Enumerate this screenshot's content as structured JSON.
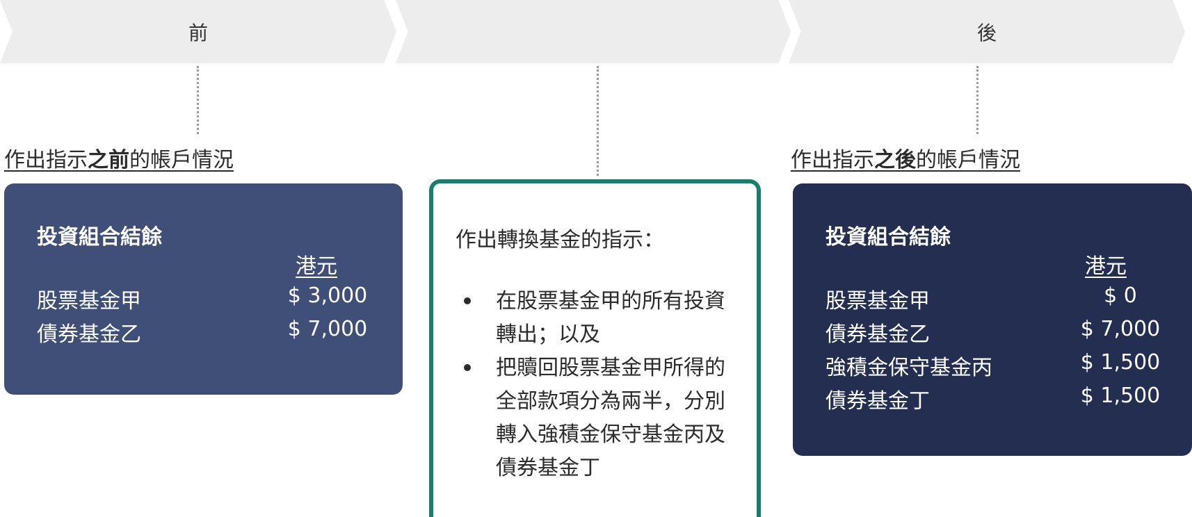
{
  "steps": {
    "before": "前",
    "middle": "",
    "after": "後"
  },
  "headings": {
    "before": {
      "pre": "作出指示",
      "bold": "之前",
      "post": "的帳戶情況"
    },
    "after": {
      "pre": "作出指示",
      "bold": "之後",
      "post": "的帳戶情況"
    }
  },
  "before_card": {
    "title": "投資組合結餘",
    "currency": "港元",
    "rows": [
      {
        "name": "股票基金甲",
        "amount": "$ 3,000"
      },
      {
        "name": "債券基金乙",
        "amount": "$ 7,000"
      }
    ]
  },
  "instruction": {
    "title": "作出轉換基金的指示：",
    "bullets": [
      "在股票基金甲的所有投資轉出；以及",
      "把贖回股票基金甲所得的全部款項分為兩半，分別轉入強積金保守基金丙及債券基金丁"
    ]
  },
  "after_card": {
    "title": "投資組合結餘",
    "currency": "港元",
    "rows": [
      {
        "name": "股票基金甲",
        "amount": "$ 0"
      },
      {
        "name": "債券基金乙",
        "amount": "$ 7,000"
      },
      {
        "name": "強積金保守基金丙",
        "amount": "$ 1,500"
      },
      {
        "name": "債券基金丁",
        "amount": "$ 1,500"
      }
    ]
  },
  "colors": {
    "step_bg": "#ededed",
    "before_card": "#3f4f77",
    "after_card": "#232e51",
    "instruction_border": "#17806c",
    "connector": "#9a9a9a"
  }
}
